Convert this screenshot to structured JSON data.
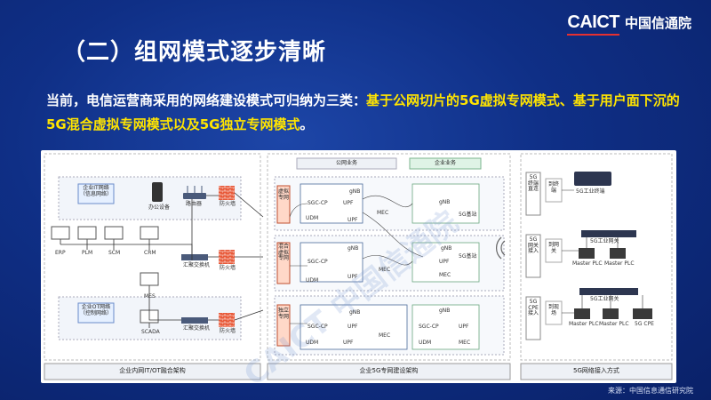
{
  "logo": {
    "mark": "CAICT",
    "name": "中国信通院"
  },
  "title": "（二）组网模式逐步清晰",
  "intro": {
    "prefix": "当前，电信运营商采用的网络建设模式可归纳为三类：",
    "highlight": "基于公网切片的5G虚拟专网模式、基于用户面下沉的5G混合虚拟专网模式以及5G独立专网模式",
    "suffix": "。"
  },
  "watermark": "CAICT 中国信通院",
  "source": "来源：中国信息通信研究院",
  "diagram": {
    "left": {
      "it_group": "企业IT网络（信息网络）",
      "ot_group": "企业OT网络（控制网络）",
      "office": "办公设备",
      "router": "路由器",
      "firewall": "防火墙",
      "switch": "汇聚交换机",
      "erp": "ERP",
      "plm": "PLM",
      "scm": "SCM",
      "crm": "CRM",
      "mes": "MES",
      "scada": "SCADA",
      "footer": "企业内网IT/OT融合架构"
    },
    "middle": {
      "public_header": "公网业务",
      "enterprise_header": "企业业务",
      "mode_virtual": "虚拟专网",
      "mode_hybrid": "混合虚拟专网",
      "mode_independent": "独立专网",
      "smf": "SGC-CP",
      "upf": "UPF",
      "udm": "UDM",
      "gnb": "gNB",
      "mec": "MEC",
      "gnb_mobile": "5G基站",
      "footer": "企业5G专网建设架构"
    },
    "right": {
      "mode1": "5G终端直连",
      "mode1_target": "到终端",
      "mode1_device": "5G工业终端",
      "mode2": "5G网关接入",
      "mode2_target": "到网关",
      "mode2_device": "5G工业网关",
      "mode3": "5G CPE接入",
      "mode3_target": "到现场",
      "mode3_device": "5G工业网关",
      "plc1": "Master PLC",
      "plc2": "Master PLC",
      "cpe": "5G CPE",
      "footer": "5G网络接入方式"
    }
  }
}
